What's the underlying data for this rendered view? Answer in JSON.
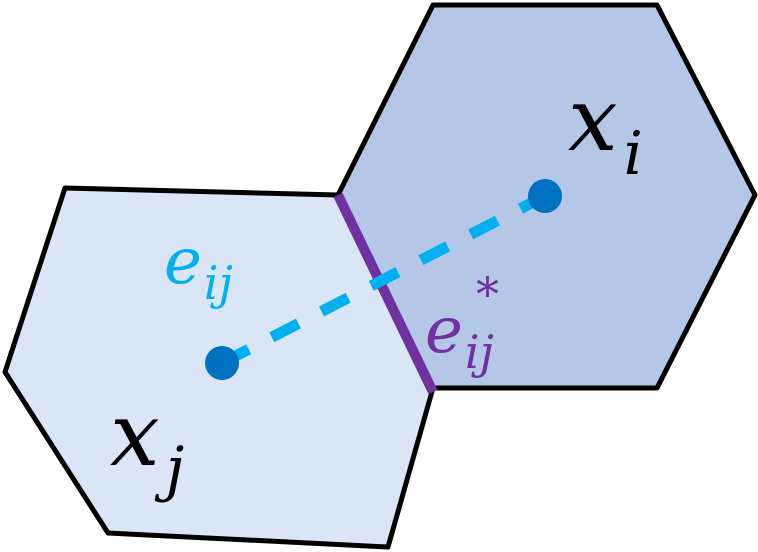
{
  "colors": {
    "cell_i_fill": "#b4c7e7",
    "cell_j_fill": "#dae6f5",
    "outline": "#000000",
    "dual_edge": "#00b0f0",
    "node": "#0070c0",
    "primal_edge": "#7030a0",
    "label_dark": "#000000"
  },
  "labels": {
    "xi": {
      "base": "x",
      "sub": "i"
    },
    "xj": {
      "base": "x",
      "sub": "j"
    },
    "eij": {
      "base": "e",
      "sub": "ij"
    },
    "eij_star": {
      "base": "e",
      "sub": "ij",
      "sup": "*"
    }
  }
}
